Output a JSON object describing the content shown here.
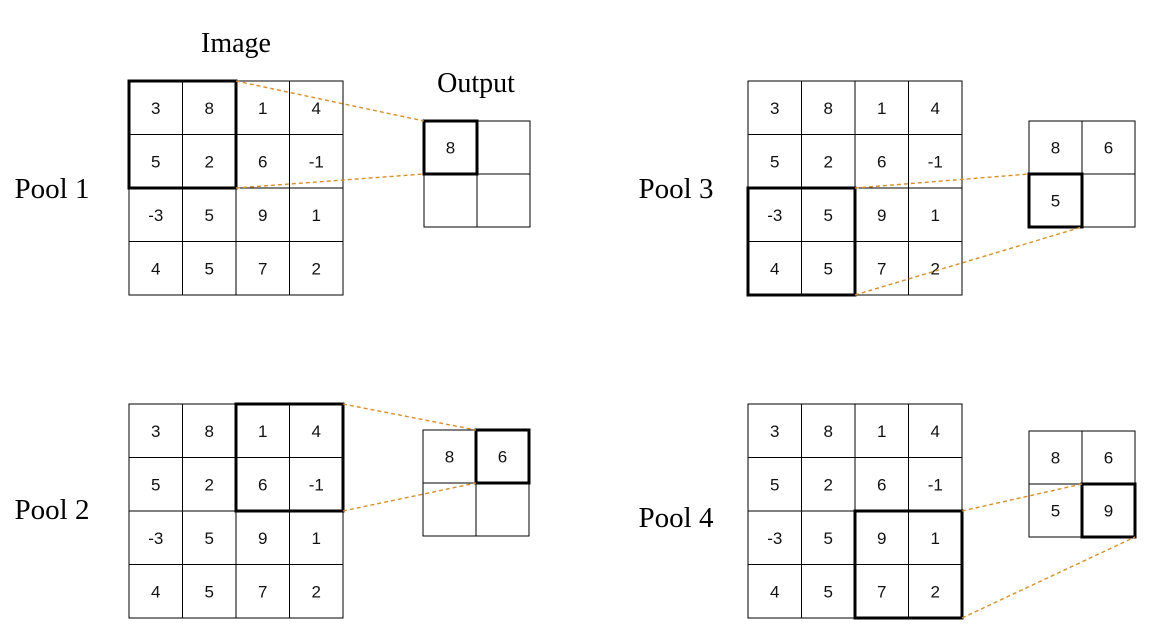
{
  "labels": {
    "image": "Image",
    "output": "Output"
  },
  "colors": {
    "grid": "#000000",
    "highlight": "#000000",
    "connector": "#d9902a",
    "background": "#ffffff"
  },
  "image_matrix": [
    [
      "3",
      "8",
      "1",
      "4"
    ],
    [
      "5",
      "2",
      "6",
      "-1"
    ],
    [
      "-3",
      "5",
      "9",
      "1"
    ],
    [
      "4",
      "5",
      "7",
      "2"
    ]
  ],
  "panels": [
    {
      "label": "Pool 1",
      "window": {
        "row": 0,
        "col": 0
      },
      "output": [
        [
          "8",
          ""
        ],
        [
          "",
          ""
        ]
      ],
      "active_cell": {
        "row": 0,
        "col": 0
      }
    },
    {
      "label": "Pool 2",
      "window": {
        "row": 0,
        "col": 2
      },
      "output": [
        [
          "8",
          "6"
        ],
        [
          "",
          ""
        ]
      ],
      "active_cell": {
        "row": 0,
        "col": 1
      }
    },
    {
      "label": "Pool 3",
      "window": {
        "row": 2,
        "col": 0
      },
      "output": [
        [
          "8",
          "6"
        ],
        [
          "5",
          ""
        ]
      ],
      "active_cell": {
        "row": 1,
        "col": 0
      }
    },
    {
      "label": "Pool 4",
      "window": {
        "row": 2,
        "col": 2
      },
      "output": [
        [
          "8",
          "6"
        ],
        [
          "5",
          "9"
        ]
      ],
      "active_cell": {
        "row": 1,
        "col": 1
      }
    }
  ]
}
